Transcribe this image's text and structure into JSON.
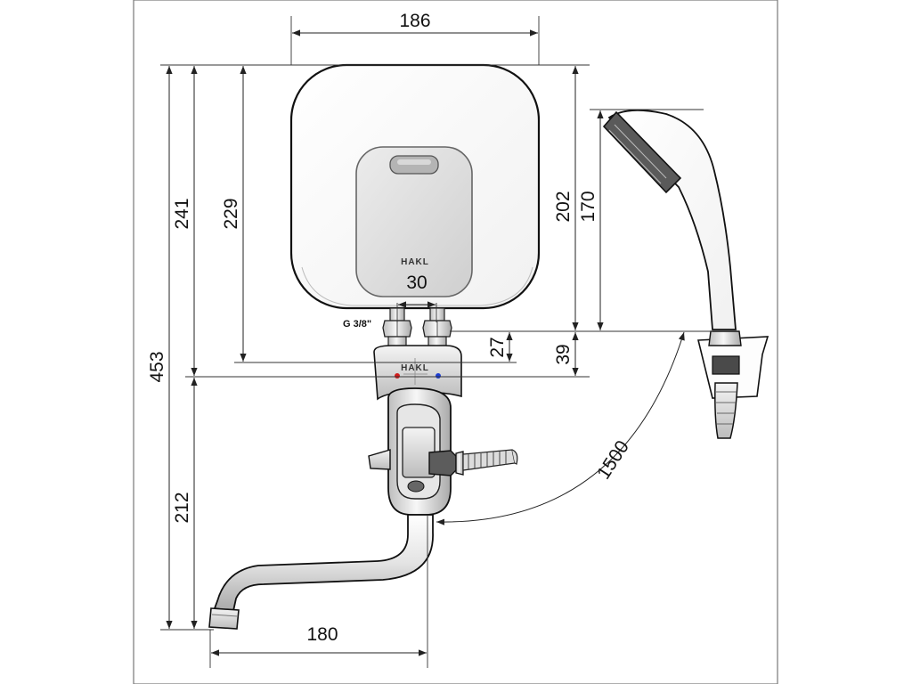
{
  "brand": "HAKL",
  "dimensions": {
    "width_top": "186",
    "inlet_spacing": "30",
    "thread": "G 3/8\"",
    "height_total": "453",
    "height_heater": "241",
    "height_inlet": "229",
    "height_right": "202",
    "height_shower": "170",
    "gap_27": "27",
    "gap_39": "39",
    "spout_height": "212",
    "spout_reach": "180",
    "hose_length": "1500"
  }
}
